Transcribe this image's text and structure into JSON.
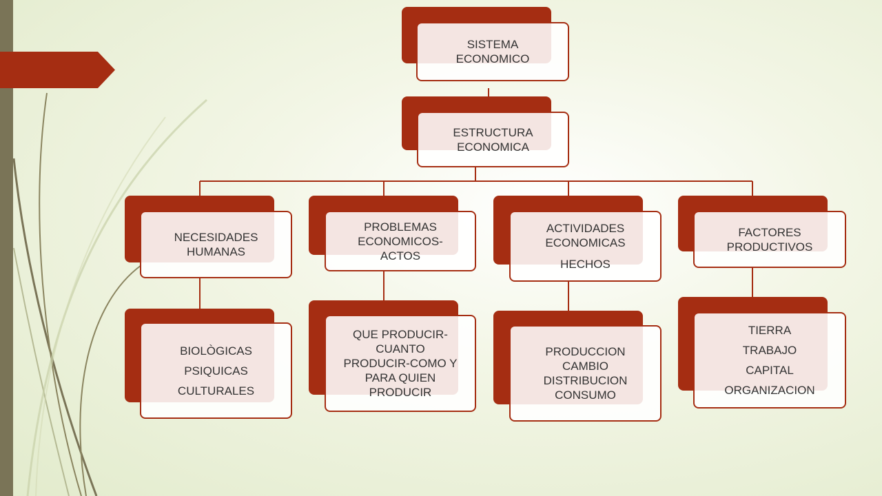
{
  "root": {
    "lines": [
      "SISTEMA",
      "ECONOMICO"
    ]
  },
  "structure": {
    "lines": [
      "ESTRUCTURA",
      "ECONOMICA"
    ]
  },
  "branches": [
    {
      "header": [
        "NECESIDADES",
        "HUMANAS"
      ],
      "detail": [
        "BIOLÒGICAS",
        "PSIQUICAS",
        "CULTURALES"
      ]
    },
    {
      "header": [
        "PROBLEMAS",
        "ECONOMICOS-",
        "ACTOS"
      ],
      "detail": [
        "QUE PRODUCIR-",
        "CUANTO",
        "PRODUCIR-COMO Y",
        "PARA QUIEN",
        "PRODUCIR"
      ]
    },
    {
      "header": [
        "ACTIVIDADES",
        "ECONOMICAS",
        "HECHOS"
      ],
      "detail": [
        "PRODUCCION",
        "CAMBIO",
        "DISTRIBUCION",
        "CONSUMO"
      ]
    },
    {
      "header": [
        "FACTORES",
        "PRODUCTIVOS"
      ],
      "detail": [
        "TIERRA",
        "TRABAJO",
        "CAPITAL",
        "ORGANIZACION"
      ]
    }
  ],
  "colors": {
    "accent": "#a52d12",
    "sidebar": "#7a7457",
    "text": "#333333"
  }
}
